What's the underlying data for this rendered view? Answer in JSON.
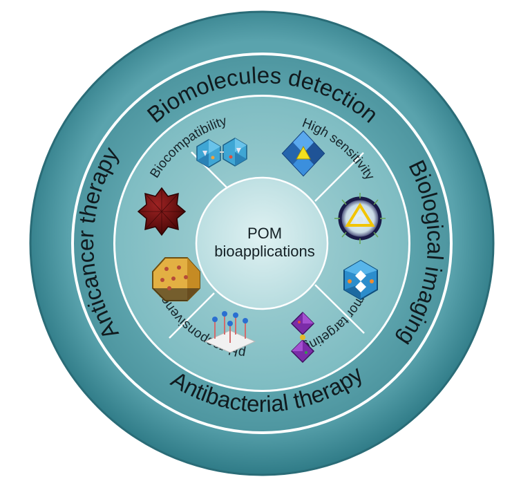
{
  "center": {
    "line1": "POM",
    "line2": "bioapplications"
  },
  "outer_ring": {
    "top": "Biomolecules detection",
    "right": "Biological imaging",
    "bottom": "Antibacterial therapy",
    "left": "Anticancer therapy"
  },
  "middle_ring": {
    "top_left": "Biocompatibility",
    "top_right": "High sensitivity",
    "bottom_right": "Tumor targeting",
    "bottom_left": "pH-responsiveness"
  },
  "colors": {
    "outer_ring": "#3e8a96",
    "outer_ring_dark": "#2b6f7b",
    "middle_ring": "#62a7b0",
    "inner_disk": "#8ec6cb",
    "center_disk": "#c4e4e6",
    "separator": "#ffffff"
  },
  "icons": [
    "polyoxometalate-cluster-pair-icon",
    "keggin-polyhedron-icon",
    "liposome-nanoparticle-icon",
    "sandwich-polyoxometalate-icon",
    "stacked-octahedra-icon",
    "surface-functionalized-pom-icon",
    "truncated-octahedron-framework-icon",
    "spiky-dark-red-cluster-icon"
  ]
}
